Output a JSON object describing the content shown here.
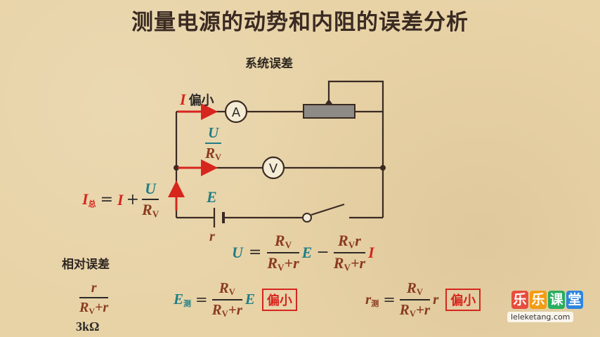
{
  "title": "测量电源的动势和内阻的误差分析",
  "subtitle": "系统误差",
  "circuit": {
    "ammeter_label": "A",
    "voltmeter_label": "V",
    "current_label": "I",
    "current_note": "偏小",
    "branch_num": "U",
    "branch_den": "R",
    "branch_den_sub": "V",
    "total_I": "I",
    "total_I_sub": "总",
    "eq": "=",
    "plus": "+",
    "emf_label": "E",
    "internal_label": "r"
  },
  "equation": {
    "U": "U",
    "eq": "=",
    "num1": "R",
    "num1_sub": "V",
    "den1": "R",
    "den1_sub": "V",
    "den1_tail": "+r",
    "E": "E",
    "minus": "−",
    "num2": "R",
    "num2_sub": "V",
    "num2_tail": "r",
    "den2": "R",
    "den2_sub": "V",
    "den2_tail": "+r",
    "I": "I"
  },
  "relative_error": {
    "label": "相对误差",
    "num": "r",
    "den": "R",
    "den_sub": "V",
    "den_tail": "+r",
    "value": "3kΩ"
  },
  "E_measured": {
    "sym": "E",
    "sub": "测",
    "eq": "=",
    "num": "R",
    "num_sub": "V",
    "den": "R",
    "den_sub": "V",
    "den_tail": "+r",
    "tail": "E",
    "badge": "偏小"
  },
  "r_measured": {
    "sym": "r",
    "sub": "测",
    "eq": "=",
    "num": "R",
    "num_sub": "V",
    "den": "R",
    "den_sub": "V",
    "den_tail": "+r",
    "tail": "r",
    "badge": "偏小"
  },
  "logo": {
    "chars": [
      "乐",
      "乐",
      "课",
      "堂"
    ],
    "colors": [
      "#e84d3c",
      "#f39c12",
      "#27ae60",
      "#2e86de"
    ],
    "url": "leleketang.com"
  }
}
